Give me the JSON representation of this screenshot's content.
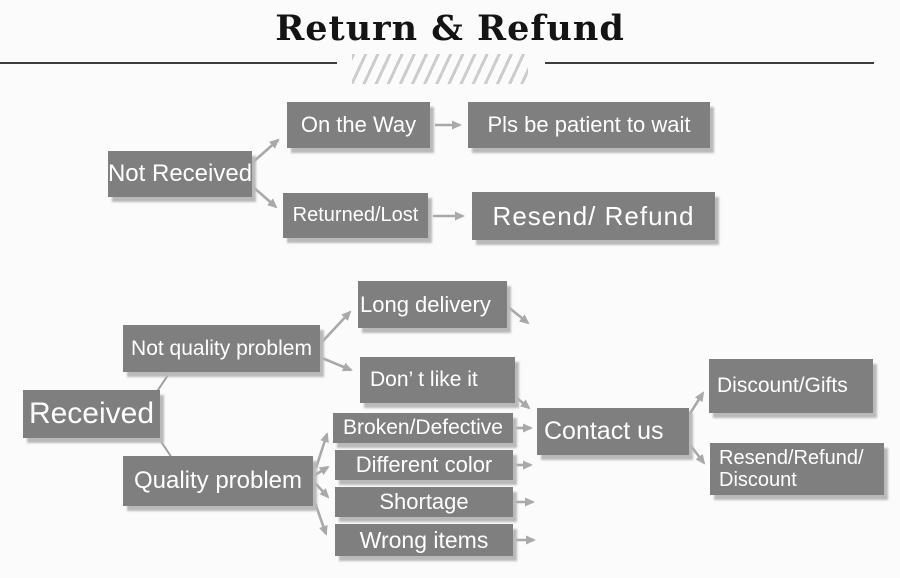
{
  "title": {
    "text": "Return & Refund"
  },
  "colors": {
    "background": "#fbfbfb",
    "box_gray": "#7f7f7f",
    "box_text": "#ffffff",
    "shadow": "#b9b9b9",
    "arrow": "#a9a9a9",
    "connector": "#9f9f9f",
    "title_text": "#141414",
    "rule_line": "#3c3c3c",
    "hatch": "#cccccc"
  },
  "nodes": {
    "not_received": {
      "label": "Not Received"
    },
    "on_the_way": {
      "label": "On the Way"
    },
    "pls_wait": {
      "label": "Pls be patient to wait"
    },
    "returned_lost": {
      "label": "Returned/Lost"
    },
    "resend_refund": {
      "label": "Resend/ Refund"
    },
    "received": {
      "label": "Received"
    },
    "not_quality_problem": {
      "label": "Not quality problem"
    },
    "quality_problem": {
      "label": "Quality problem"
    },
    "long_delivery": {
      "label": "Long delivery"
    },
    "dont_like_it": {
      "label": "Don’ t like it"
    },
    "broken_defective": {
      "label": "Broken/Defective"
    },
    "different_color": {
      "label": "Different color"
    },
    "shortage": {
      "label": "Shortage"
    },
    "wrong_items": {
      "label": "Wrong items"
    },
    "contact_us": {
      "label": "Contact us"
    },
    "discount_gifts": {
      "label": "Discount/Gifts"
    },
    "resend_refund_discount": {
      "line1": "Resend/Refund/",
      "line2": "Discount"
    }
  },
  "edges": [
    {
      "from": "Not Received",
      "to": "On the Way"
    },
    {
      "from": "Not Received",
      "to": "Returned/Lost"
    },
    {
      "from": "On the Way",
      "to": "Pls be patient to wait"
    },
    {
      "from": "Returned/Lost",
      "to": "Resend/ Refund"
    },
    {
      "from": "Received",
      "to": "Not quality problem"
    },
    {
      "from": "Received",
      "to": "Quality problem"
    },
    {
      "from": "Not quality problem",
      "to": "Long delivery"
    },
    {
      "from": "Not quality problem",
      "to": "Don’ t like it"
    },
    {
      "from": "Long delivery",
      "to": "Contact us"
    },
    {
      "from": "Don’ t like it",
      "to": "Contact us"
    },
    {
      "from": "Quality problem",
      "to": "Broken/Defective"
    },
    {
      "from": "Quality problem",
      "to": "Different color"
    },
    {
      "from": "Quality problem",
      "to": "Shortage"
    },
    {
      "from": "Quality problem",
      "to": "Wrong items"
    },
    {
      "from": "Broken/Defective",
      "to": "Contact us"
    },
    {
      "from": "Different color",
      "to": "Contact us"
    },
    {
      "from": "Shortage",
      "to": "Contact us"
    },
    {
      "from": "Wrong items",
      "to": "Contact us"
    },
    {
      "from": "Contact us",
      "to": "Discount/Gifts"
    },
    {
      "from": "Contact us",
      "to": "Resend/Refund/ Discount"
    }
  ]
}
